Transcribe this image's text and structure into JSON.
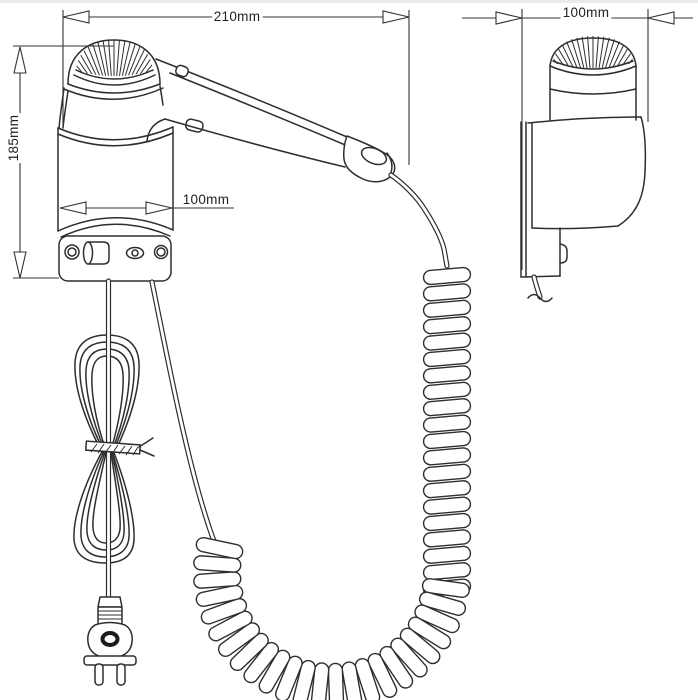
{
  "drawing": {
    "background_color": "#ffffff",
    "line_color": "#2e2e2e",
    "dimensions": {
      "front_overall_width": {
        "label": "210mm"
      },
      "front_overall_height": {
        "label": "185mm"
      },
      "front_bracket_width": {
        "label": "100mm"
      },
      "side_overall_width": {
        "label": "100mm"
      }
    }
  }
}
